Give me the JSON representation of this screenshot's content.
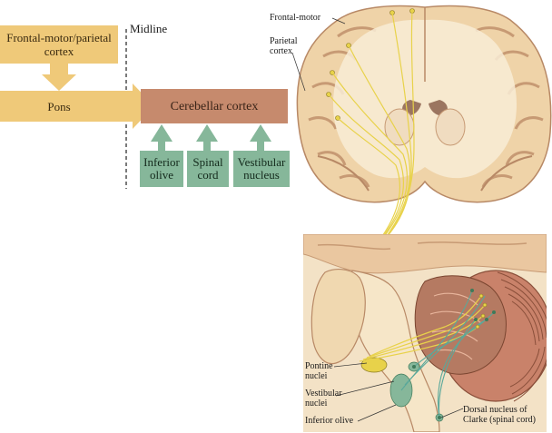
{
  "flow": {
    "frontal_parietal": "Frontal-motor/parietal cortex",
    "pons": "Pons",
    "cerebellar_cortex": "Cerebellar cortex",
    "inferior_olive": "Inferior olive",
    "spinal_cord": "Spinal cord",
    "vestibular_nucleus": "Vestibular nucleus",
    "midline": "Midline"
  },
  "brain_labels": {
    "frontal_motor": "Frontal-motor",
    "parietal_cortex": "Parietal cortex"
  },
  "brainstem_labels": {
    "pontine_nuclei": "Pontine nuclei",
    "vestibular_nuclei": "Vestibular nuclei",
    "inferior_olive": "Inferior olive",
    "dorsal_nucleus": "Dorsal nucleus of Clarke (spinal cord)"
  },
  "colors": {
    "flow_yellow": "#efc979",
    "cerebellar_rust": "#c68a6d",
    "input_green": "#86b79a",
    "pathway_yellow": "#e8d24a",
    "pathway_teal": "#5aa89a"
  }
}
